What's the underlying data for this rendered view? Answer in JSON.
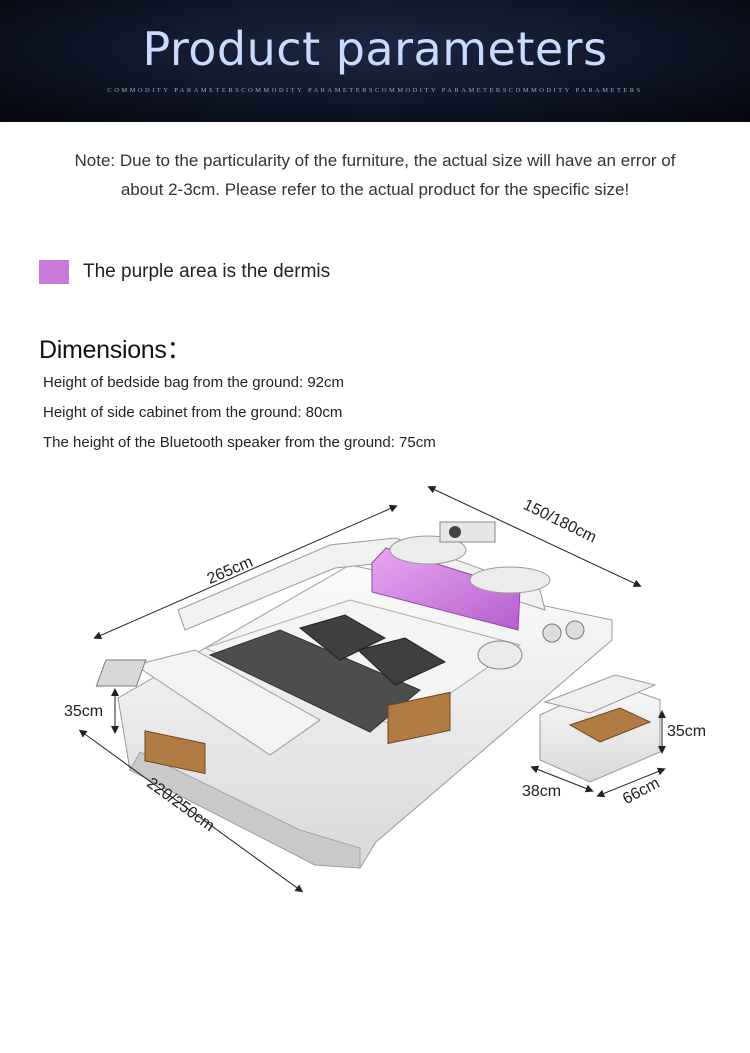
{
  "header": {
    "title": "Product parameters",
    "subtitle": "COMMODITY PARAMETERSCOMMODITY PARAMETERSCOMMODITY PARAMETERSCOMMODITY PARAMETERS"
  },
  "note": {
    "line1": "Note: Due to the particularity of the furniture, the actual size will have an error of",
    "line2": "about 2-3cm. Please refer to the actual product for the specific size!"
  },
  "legend": {
    "label": "The purple area is the dermis",
    "color": "#c77ad9"
  },
  "dimensions": {
    "title": "Dimensions：",
    "items": [
      "Height of bedside bag from the ground: 92cm",
      "Height of side cabinet from the ground: 80cm",
      "The height of the Bluetooth speaker from the ground: 75cm"
    ]
  },
  "illustration": {
    "length": "265cm",
    "width": "150/180cm",
    "depth": "220/250cm",
    "bed_height": "35cm",
    "stool_height": "35cm",
    "stool_width": "38cm",
    "stool_depth": "66cm"
  }
}
